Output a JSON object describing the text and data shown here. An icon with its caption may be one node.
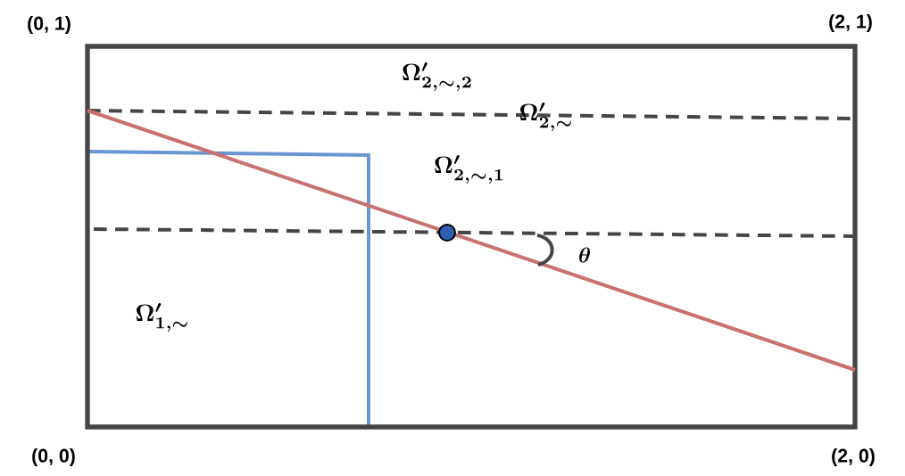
{
  "diagram": {
    "labels": [
      "(0,  1)",
      "(2,  1)",
      "\\boldsymbol{\\Omega'_{2,\\sim,2}}",
      "\\boldsymbol{\\Omega'_{2,\\sim}}",
      "\\boldsymbol{\\Omega'_{2,\\sim,1}}",
      "\\boldsymbol{\\theta}",
      "\\boldsymbol{\\Omega'_{1,\\sim}}",
      "(0,  0)",
      "(2,  0)"
    ]
  }
}
